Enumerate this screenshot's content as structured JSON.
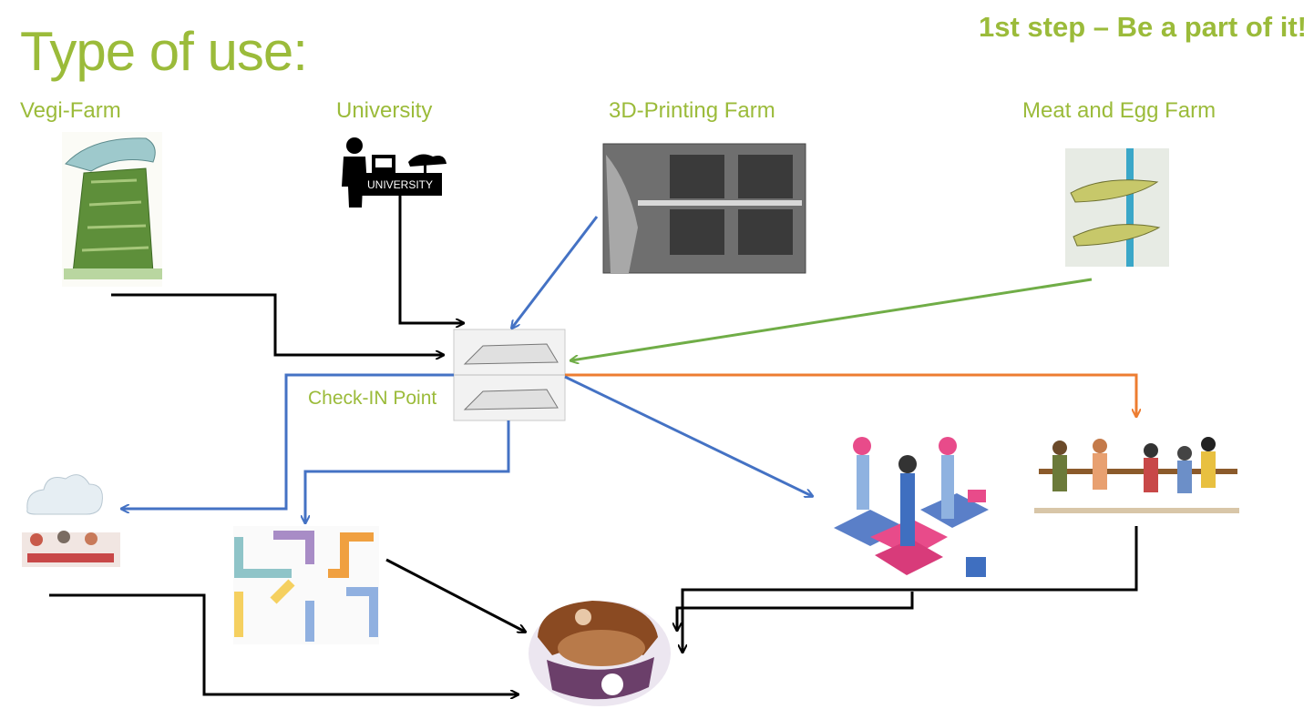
{
  "title": "Type of use:",
  "step_label": "1st step – Be a part of it!",
  "sources": {
    "vegi_farm": "Vegi-Farm",
    "university": "University",
    "printing_farm": "3D-Printing Farm",
    "meat_egg_farm": "Meat and Egg Farm"
  },
  "checkin_label": "Check-IN Point",
  "university_sign": "UNIVERSITY",
  "colors": {
    "accent": "#9bbb3a",
    "arrow_black": "#000000",
    "arrow_blue": "#4472c4",
    "arrow_green": "#70ad47",
    "arrow_orange": "#ed7d31"
  }
}
